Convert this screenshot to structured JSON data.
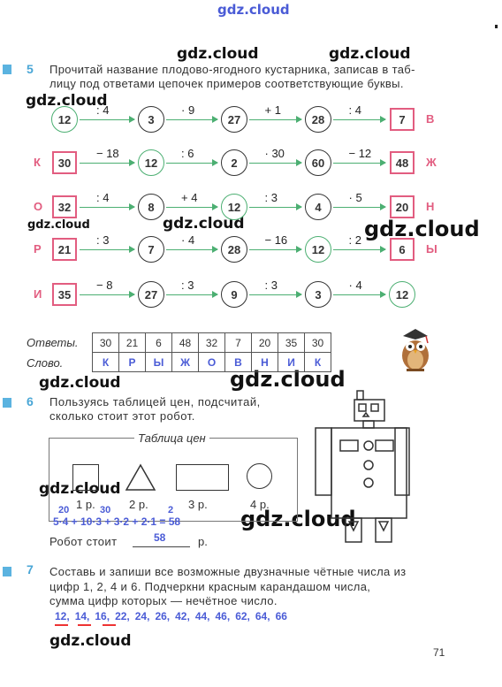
{
  "watermarks": [
    "gdz.cloud",
    "gdz.cloud",
    "gdz.cloud",
    "gdz.cloud",
    "gdz.cloud",
    "gdz.cloud",
    "gdz.cloud",
    "gdz.cloud",
    "gdz.cloud",
    "gdz.cloud",
    "gdz.cloud",
    "gdz.cloud"
  ],
  "task5": {
    "number": "5",
    "text_line1": "Прочитай название плодово-ягодного кустарника, записав в таб-",
    "text_line2": "лицу под ответами цепочек примеров соответствующие буквы.",
    "chains": [
      {
        "start_letter": "",
        "start": "12",
        "ops": [
          ": 4",
          "· 9",
          "+ 1",
          ": 4"
        ],
        "values": [
          "3",
          "27",
          "28"
        ],
        "end": "7",
        "end_letter": "В"
      },
      {
        "start_letter": "К",
        "start": "30",
        "ops": [
          "− 18",
          ": 6",
          "· 30",
          "− 12"
        ],
        "values": [
          "12",
          "2",
          "60"
        ],
        "end": "48",
        "end_letter": "Ж"
      },
      {
        "start_letter": "О",
        "start": "32",
        "ops": [
          ": 4",
          "+ 4",
          ": 3",
          "· 5"
        ],
        "values": [
          "8",
          "12",
          "4"
        ],
        "end": "20",
        "end_letter": "Н"
      },
      {
        "start_letter": "Р",
        "start": "21",
        "ops": [
          ": 3",
          "· 4",
          "− 16",
          ": 2"
        ],
        "values": [
          "7",
          "28",
          "12"
        ],
        "end": "6",
        "end_letter": "Ы"
      },
      {
        "start_letter": "И",
        "start": "35",
        "ops": [
          "− 8",
          ": 3",
          ": 3",
          "· 4"
        ],
        "values": [
          "27",
          "9",
          "3"
        ],
        "end": "12",
        "end_letter": ""
      }
    ],
    "answers_label": "Ответы.",
    "word_label": "Слово.",
    "answers": [
      "30",
      "21",
      "6",
      "48",
      "32",
      "7",
      "20",
      "35",
      "30"
    ],
    "letters": [
      "К",
      "Р",
      "Ы",
      "Ж",
      "О",
      "В",
      "Н",
      "И",
      "К"
    ]
  },
  "task6": {
    "number": "6",
    "text_line1": "Пользуясь таблицей цен, подсчитай,",
    "text_line2": "сколько стоит этот робот.",
    "price_title": "Таблица цен",
    "prices": [
      "1 р.",
      "2 р.",
      "3 р.",
      "4 р."
    ],
    "counts": [
      "20",
      "30",
      "2"
    ],
    "equation": "5·4 + 10·3 + 3·2 + 2·1 = 58",
    "robot_label": "Робот стоит",
    "robot_answer": "58",
    "robot_unit": "р."
  },
  "task7": {
    "number": "7",
    "text_line1": "Составь и запиши все возможные двузначные чётные числа из",
    "text_line2": "цифр 1, 2, 4 и 6. Подчеркни красным карандашом числа,",
    "text_line3": "сумма цифр которых — нечётное число.",
    "answers": [
      "12,",
      "14,",
      "16,",
      "22,",
      "24,",
      "26,",
      "42,",
      "44,",
      "46,",
      "62,",
      "64,",
      "66"
    ]
  },
  "page_number": "71",
  "colors": {
    "accent_pink": "#e25d80",
    "accent_green": "#4caf72",
    "handwriting_blue": "#4a5bd6",
    "task_blue": "#49a6d6"
  }
}
